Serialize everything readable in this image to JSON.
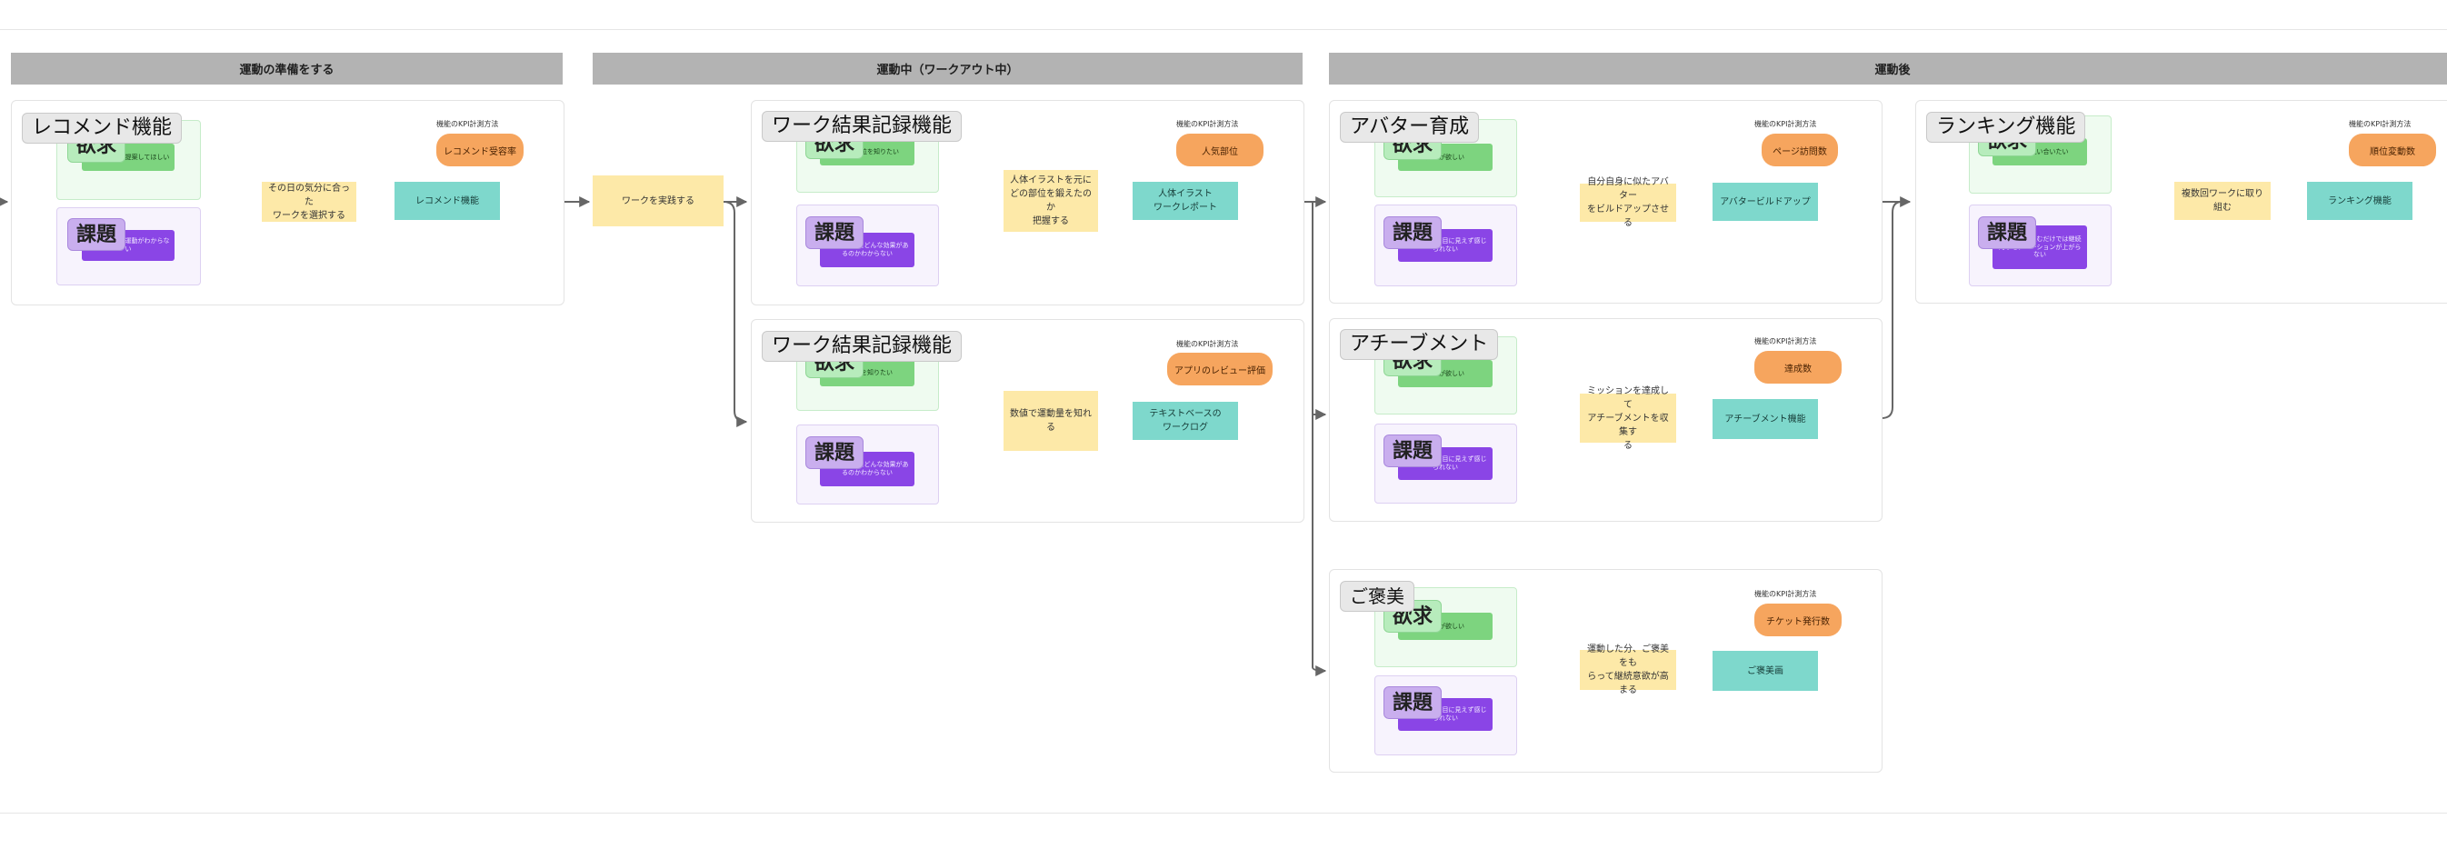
{
  "phases": [
    {
      "label": "運動の準備をする"
    },
    {
      "label": "運動中（ワークアウト中）"
    },
    {
      "label": "運動後"
    }
  ],
  "labels": {
    "want": "欲求",
    "issue": "課題",
    "kpi_label": "機能のKPI計測方法",
    "workout": "ワークを実践する"
  },
  "features": [
    {
      "title": "レコメンド機能",
      "want_note": "最適な運動を提案してほしい",
      "issue_note": "自分に合った運動がわからない",
      "action": "その日の気分に合った\nワークを選択する",
      "feature": "レコメンド機能",
      "kpi": "レコメンド受容率"
    },
    {
      "title": "ワーク結果記録機能",
      "want_note": "鍛えた部位を知りたい",
      "issue_note": "どのワークにどんな効果があるのかわからない",
      "action": "人体イラストを元に\nどの部位を鍛えたのか\n把握する",
      "feature": "人体イラスト\nワークレポート",
      "kpi": "人気部位"
    },
    {
      "title": "ワーク結果記録機能",
      "want_note": "運動量を知りたい",
      "issue_note": "どのワークにどんな効果があるのかわからない",
      "action": "数値で運動量を知れる",
      "feature": "テキストベースの\nワークログ",
      "kpi": "アプリのレビュー評価"
    },
    {
      "title": "アバター育成",
      "want_note": "成果が欲しい",
      "issue_note": "運動の成果が目に見えず感じられない",
      "action": "自分自身に似たアバター\nをビルドアップさせる",
      "feature": "アバタービルドアップ",
      "kpi": "ページ訪問数"
    },
    {
      "title": "アチーブメント",
      "want_note": "成果が欲しい",
      "issue_note": "運動の成果が目に見えず感じられない",
      "action": "ミッションを達成して\nアチーブメントを収集す\nる",
      "feature": "アチーブメント機能",
      "kpi": "達成数"
    },
    {
      "title": "ご褒美",
      "want_note": "成果が欲しい",
      "issue_note": "運動の成果が目に見えず感じられない",
      "action": "運動した分、ご褒美をも\nらって継続意欲が高まる",
      "feature": "ご褒美画",
      "kpi": "チケット発行数"
    },
    {
      "title": "ランキング機能",
      "want_note": "仲間と競い合いたい",
      "issue_note": "一人で取り組むだけでは継続的なモチベーションが上がらない",
      "action": "複数回ワークに取り組む",
      "feature": "ランキング機能",
      "kpi": "順位変動数"
    }
  ]
}
